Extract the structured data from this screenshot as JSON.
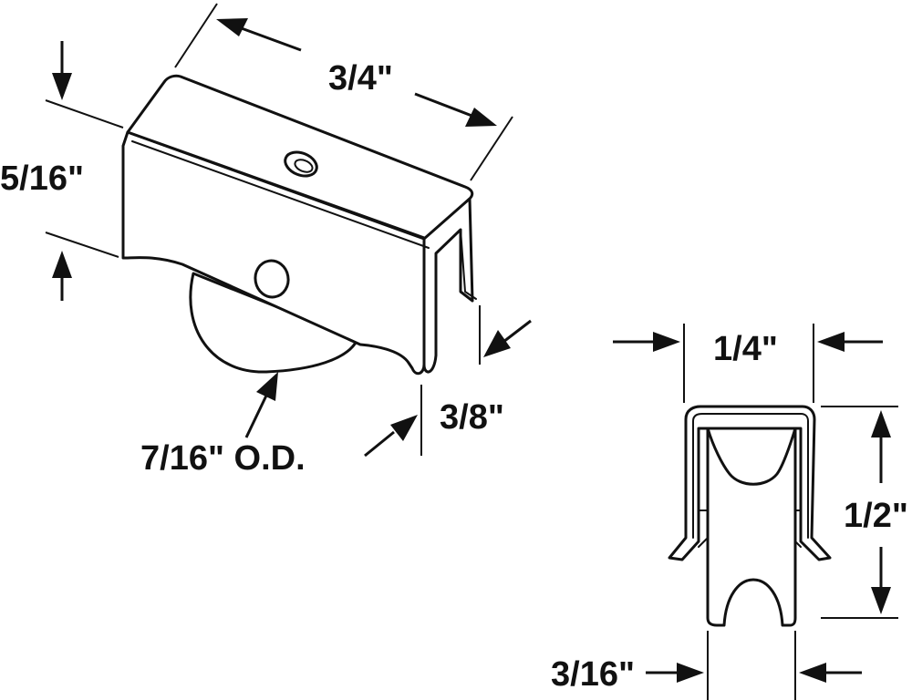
{
  "dimensions": {
    "length": "3/4\"",
    "height": "5/16\"",
    "width": "3/8\"",
    "wheel_od": "7/16\" O.D.",
    "end_width": "1/4\"",
    "end_height": "1/2\"",
    "wheel_width": "3/16\""
  },
  "colors": {
    "line": "#111111",
    "background": "#ffffff"
  }
}
